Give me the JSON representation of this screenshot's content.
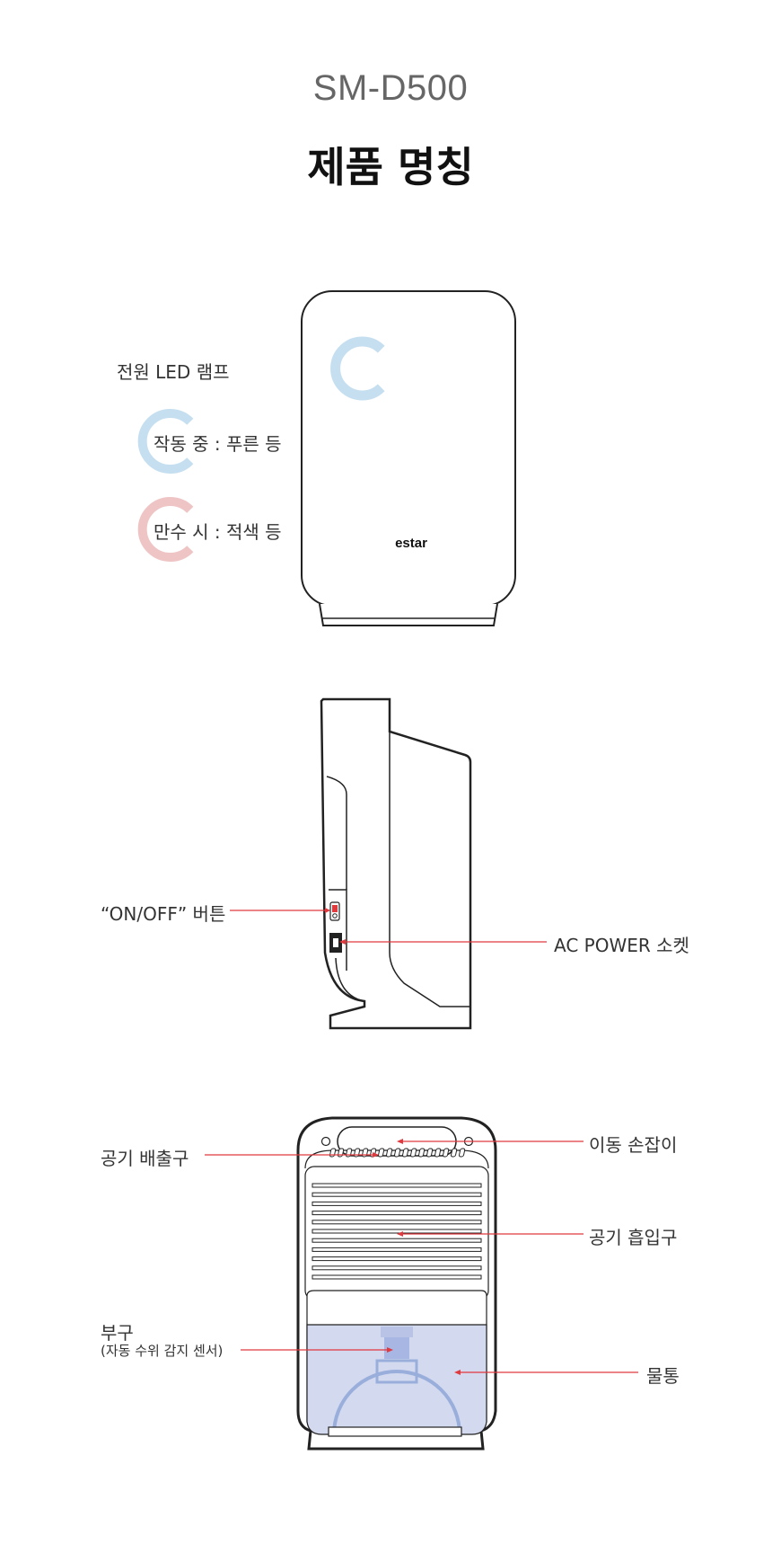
{
  "header": {
    "model": "SM-D500",
    "title": "제품 명칭"
  },
  "front_view": {
    "led_heading": "전원 LED 램프",
    "led_operating": "작동 중 : 푸른 등",
    "led_full": "만수 시 : 적색 등",
    "brand": "estar"
  },
  "side_view": {
    "on_off_button": "“ON/OFF” 버튼",
    "ac_power_socket": "AC POWER 소켓"
  },
  "back_view": {
    "air_outlet": "공기 배출구",
    "carry_handle": "이동 손잡이",
    "air_inlet": "공기 흡입구",
    "float_label": "부구",
    "float_desc": "(자동 수위 감지 센서)",
    "water_tank": "물통"
  },
  "colors": {
    "led_blue": "#c5dff0",
    "led_red": "#eec4c4",
    "callout_red": "#e0393e",
    "tank_fill": "#d3d9ef",
    "float_blue": "#9aaedc",
    "outline": "#222222"
  }
}
